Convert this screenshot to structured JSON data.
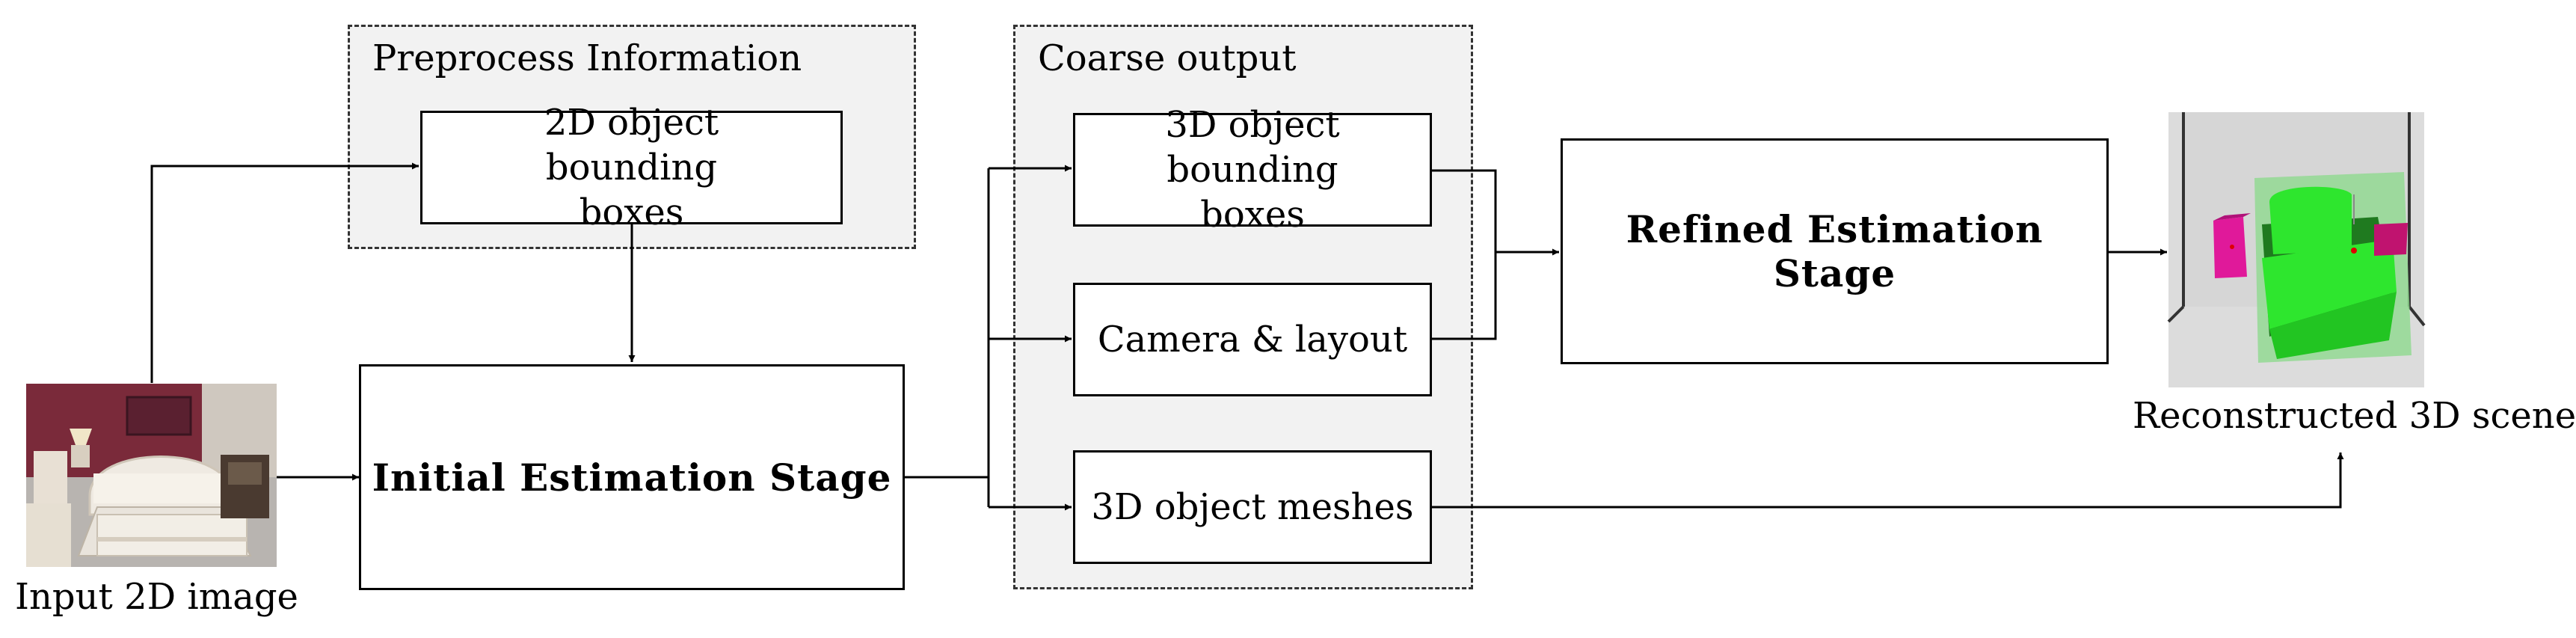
{
  "groups": {
    "preprocess": "Preprocess Information",
    "coarse": "Coarse output"
  },
  "nodes": {
    "bbox2d": "2D object bounding boxes",
    "initial": "Initial Estimation Stage",
    "bbox3d": "3D object bounding boxes",
    "camera": "Camera & layout",
    "meshes": "3D object meshes",
    "refined": "Refined Estimation Stage"
  },
  "captions": {
    "input": "Input 2D image",
    "output": "Reconstructed 3D scene"
  }
}
